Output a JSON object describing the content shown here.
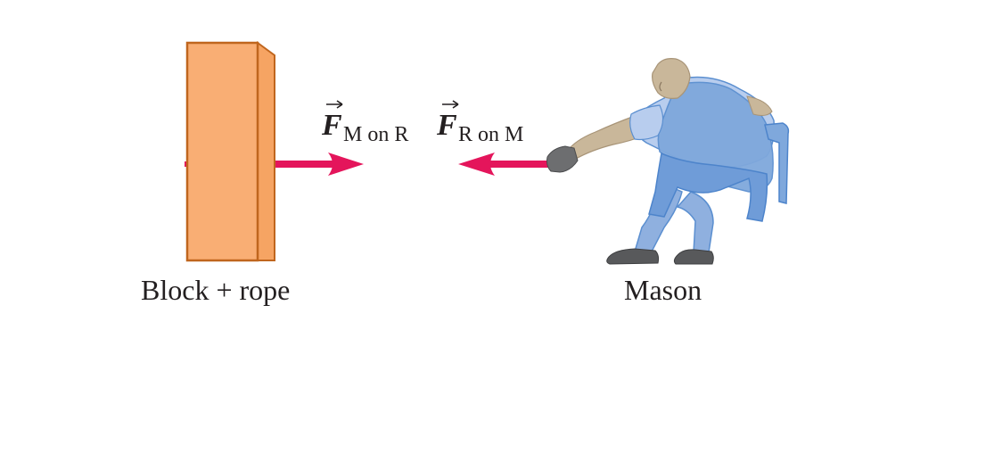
{
  "colors": {
    "block_face": "#f9ae74",
    "block_side": "#f6a463",
    "block_edge": "#c0661e",
    "arrow": "#e4155b",
    "apron": "#7fa8dc",
    "apron_dark": "#5b8fd0",
    "shirt": "#b8cdee",
    "skin": "#c9b79a",
    "glove": "#6d6e70",
    "shoe": "#58595b"
  },
  "labels": {
    "left_object": "Block + rope",
    "right_object": "Mason"
  },
  "forces": {
    "on_rope": {
      "symbol": "F",
      "subscript": "M on R"
    },
    "on_mason": {
      "symbol": "F",
      "subscript": "R on M"
    }
  },
  "icons": [
    "block",
    "mason-figure",
    "force-arrow-right",
    "force-arrow-left"
  ]
}
